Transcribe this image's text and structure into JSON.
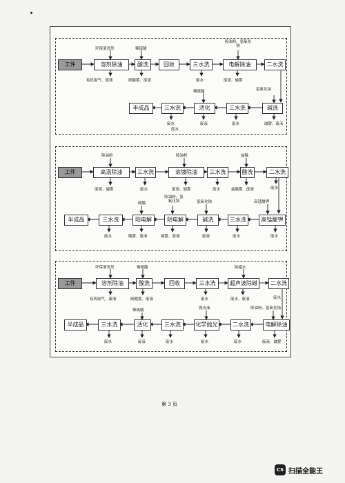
{
  "panel1": {
    "boxes": {
      "start": "工件",
      "b1": "溶剂除油",
      "b2": "酸洗",
      "b3": "回收",
      "b4": "三水洗",
      "b5": "电解除油",
      "b6": "二水洗",
      "b7": "碱洗",
      "b8": "三水洗",
      "b9": "活化",
      "b10": "三水洗",
      "b11": "半成品"
    },
    "notes": {
      "n1": "环保清洗剂",
      "n2": "稀硫酸",
      "n3": "除油粉、氢氧化钠",
      "n4": "有机废气、废液",
      "n5": "硫酸雾、废液",
      "n6": "废水",
      "n7": "废液、碱雾",
      "n8": "氢氧化钠",
      "n9": "稀硫酸",
      "n10": "废水",
      "n11": "废液",
      "n12": "废水",
      "n13": "碱雾、废液",
      "n14": "废水"
    }
  },
  "panel2": {
    "boxes": {
      "start": "工件",
      "b1": "高温除油",
      "b2": "三水洗",
      "b3": "滚镀除油",
      "b4": "三水洗",
      "b5": "酸洗",
      "b6": "二水洗",
      "b7": "高锰酸钾",
      "b8": "三水洗",
      "b9": "碱洗",
      "b10": "阴电解",
      "b11": "阳电解",
      "b12": "三水洗",
      "b13": "半成品"
    },
    "notes": {
      "n1": "除油粉",
      "n2": "除油粉",
      "n3": "盐酸",
      "n4": "废液、碱雾",
      "n5": "废水",
      "n6": "废液、碱雾",
      "n7": "废水",
      "n8": "盐酸雾、废液",
      "n9": "废水",
      "n10": "高锰酸钾",
      "n11": "氢氧化钠",
      "n12": "除油粉、氢氧化钠",
      "n13": "硫酸",
      "n14": "废水",
      "n15": "废水",
      "n16": "废液",
      "n17": "碱雾、废液",
      "n18": "酸雾、废液",
      "n19": "废水"
    }
  },
  "panel3": {
    "boxes": {
      "start": "工件",
      "b1": "溶剂除油",
      "b2": "酸洗",
      "b3": "回收",
      "b4": "三水洗",
      "b5": "超声波除蜡",
      "b6": "二水洗",
      "b7": "电解除油",
      "b8": "二水洗",
      "b9": "化学抛光",
      "b10": "三水洗",
      "b11": "活化",
      "b12": "三水洗",
      "b13": "半成品"
    },
    "notes": {
      "n1": "环保清洗剂",
      "n2": "稀硫酸",
      "n3": "除蜡水",
      "n4": "有机废气、废液",
      "n5": "硫酸雾、废液",
      "n6": "废水",
      "n7": "废水、废液",
      "n8": "废水",
      "n9": "除油粉、氢氧化钠",
      "n10": "抛光液",
      "n11": "稀硫酸",
      "n12": "废液、碱雾",
      "n13": "废水",
      "n14": "废水",
      "n15": "废水",
      "n16": "废液",
      "n17": "废水"
    }
  },
  "footer": {
    "page": "第 3 页"
  },
  "watermark": {
    "icon_text": "CS",
    "label": "扫描全能王"
  }
}
